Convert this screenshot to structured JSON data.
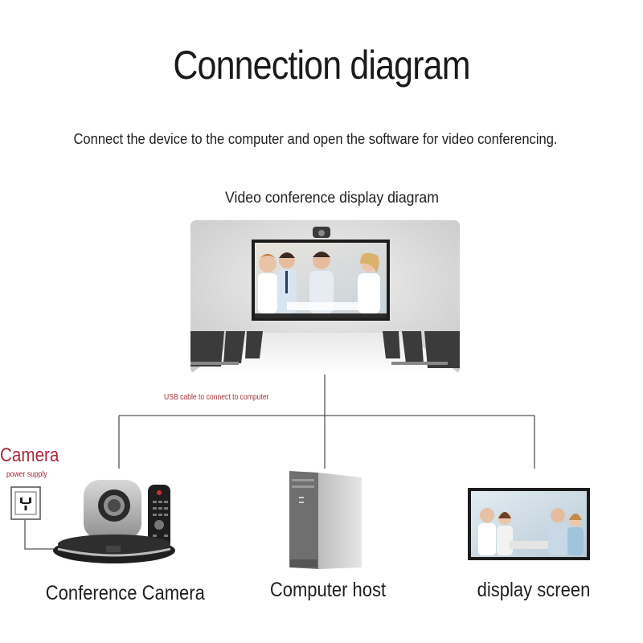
{
  "header": {
    "title": "Connection diagram",
    "subtitle": "Connect the device to the computer and open the software for video conferencing."
  },
  "display_section": {
    "label": "Video conference display diagram"
  },
  "cable": {
    "label": "USB cable to connect to computer"
  },
  "power": {
    "title": "Camera",
    "subtitle": "power supply"
  },
  "devices": [
    {
      "label": "Conference Camera",
      "icon": "conference-camera-icon"
    },
    {
      "label": "Computer host",
      "icon": "computer-tower-icon"
    },
    {
      "label": "display screen",
      "icon": "display-screen-icon"
    }
  ],
  "colors": {
    "accent_red": "#a8283a",
    "line": "#555555",
    "text": "#1f1f1f"
  }
}
